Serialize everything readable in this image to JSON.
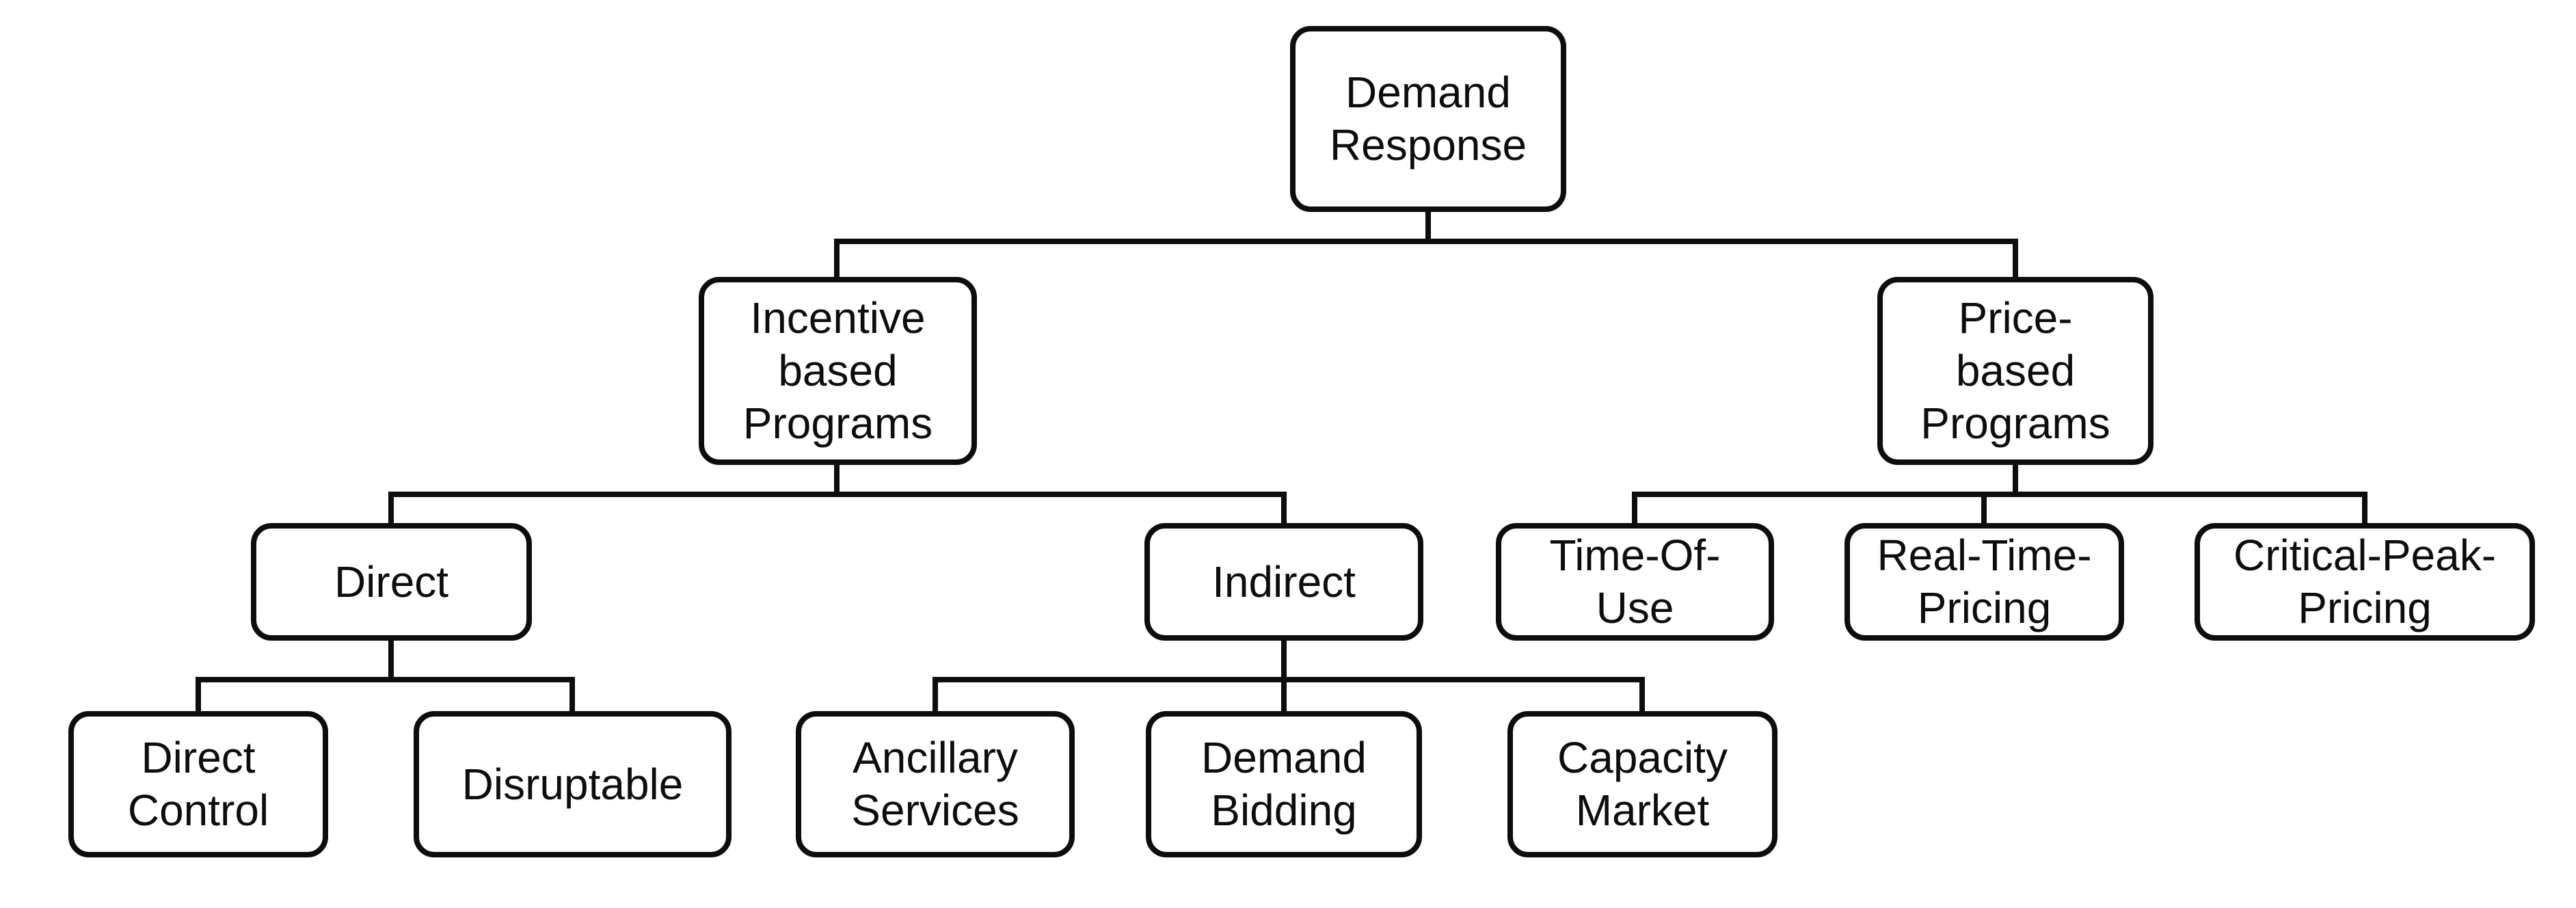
{
  "diagram_type": "tree-diagram",
  "colors": {
    "background": "#ffffff",
    "box_fill": "#ffffff",
    "box_border": "#0d0d0d",
    "connector": "#0d0d0d",
    "text": "#0d0d0d"
  },
  "nodes": {
    "demand_response": {
      "label": "Demand\nResponse"
    },
    "incentive_based_programs": {
      "label": "Incentive\nbased\nPrograms"
    },
    "price_based_programs": {
      "label": "Price-\nbased\nPrograms"
    },
    "direct": {
      "label": "Direct"
    },
    "indirect": {
      "label": "Indirect"
    },
    "time_of_use": {
      "label": "Time-Of-\nUse"
    },
    "real_time_pricing": {
      "label": "Real-Time-\nPricing"
    },
    "critical_peak_pricing": {
      "label": "Critical-Peak-\nPricing"
    },
    "direct_control": {
      "label": "Direct\nControl"
    },
    "disruptable": {
      "label": "Disruptable"
    },
    "ancillary_services": {
      "label": "Ancillary\nServices"
    },
    "demand_bidding": {
      "label": "Demand\nBidding"
    },
    "capacity_market": {
      "label": "Capacity\nMarket"
    }
  },
  "hierarchy": {
    "Demand Response": [
      "Incentive based Programs",
      "Price-based Programs"
    ],
    "Incentive based Programs": [
      "Direct",
      "Indirect"
    ],
    "Price-based Programs": [
      "Time-Of-Use",
      "Real-Time-Pricing",
      "Critical-Peak-Pricing"
    ],
    "Direct": [
      "Direct Control",
      "Disruptable"
    ],
    "Indirect": [
      "Ancillary Services",
      "Demand Bidding",
      "Capacity Market"
    ]
  }
}
